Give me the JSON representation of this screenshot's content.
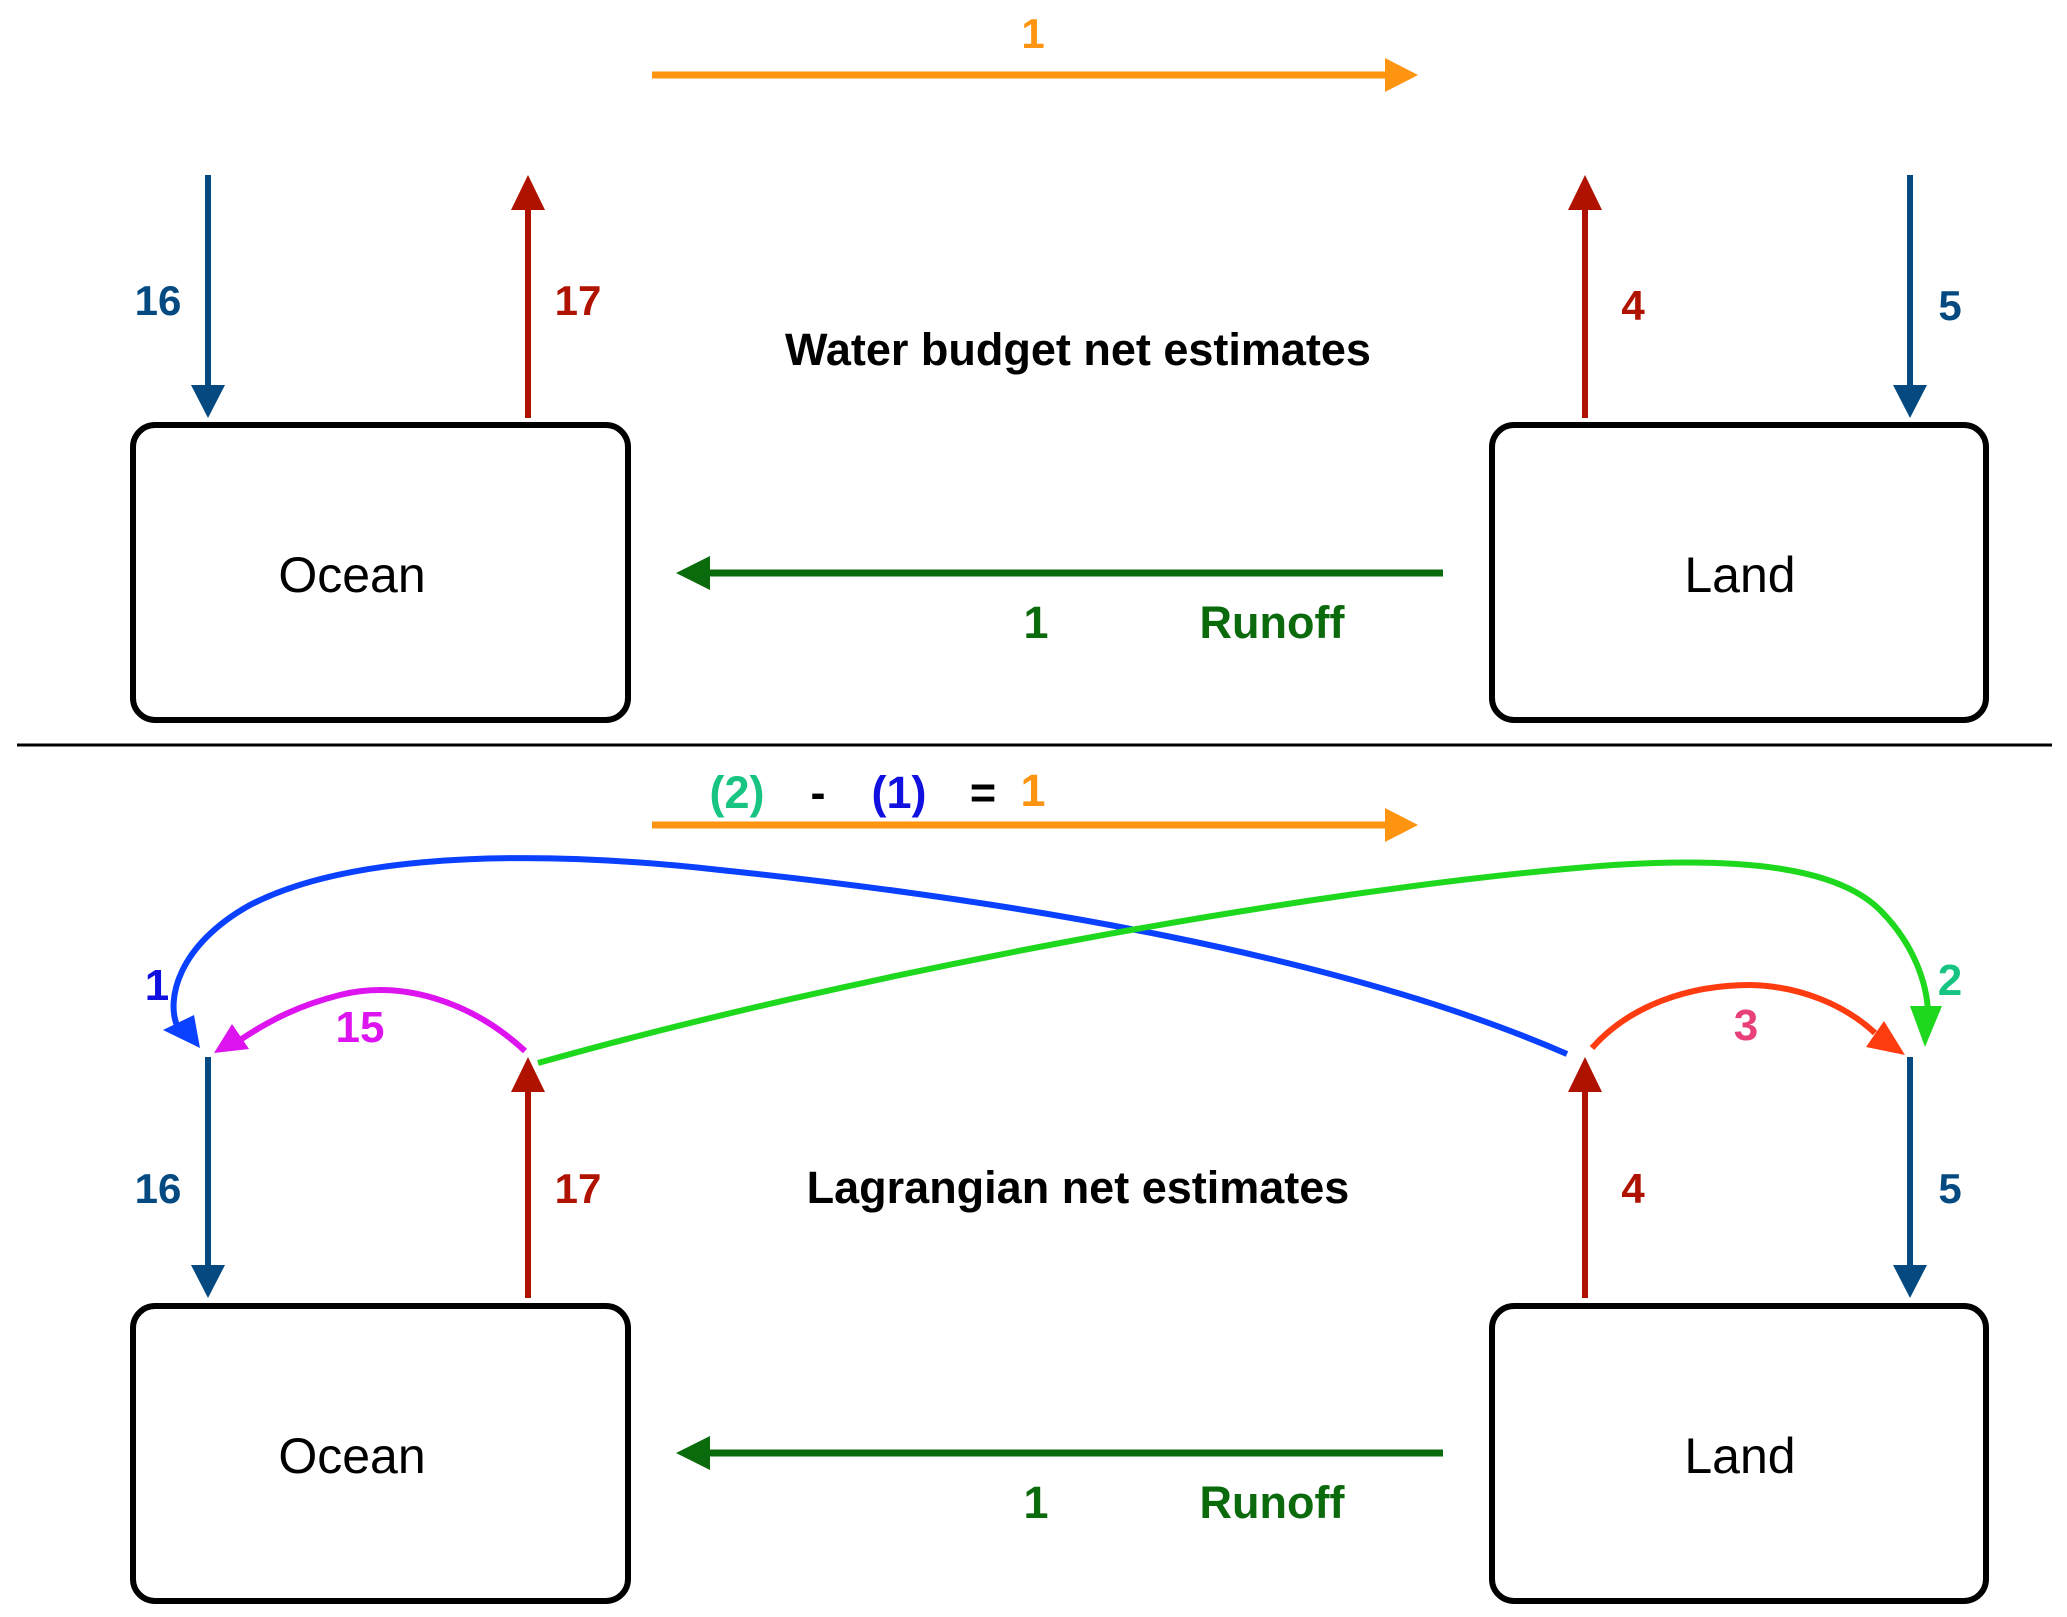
{
  "colors": {
    "orange": "#ff9410",
    "precip_blue": "#044a80",
    "evap_red": "#b01200",
    "runoff_green": "#0b6a0b",
    "recycle_blue": "#0a40ff",
    "recycle_green": "#1ed81e",
    "magenta": "#dd14f0",
    "red_orange": "#ff3b10",
    "label_green": "#17c482",
    "label_blue": "#1010e0",
    "label_pink": "#e8407a",
    "black": "#000000"
  },
  "top_panel": {
    "title": "Water budget net estimates",
    "ocean_label": "Ocean",
    "land_label": "Land",
    "transport_value": "1",
    "ocean_precip": "16",
    "ocean_evap": "17",
    "land_evap": "4",
    "land_precip": "5",
    "runoff_value": "1",
    "runoff_label": "Runoff"
  },
  "bottom_panel": {
    "title": "Lagrangian net estimates",
    "ocean_label": "Ocean",
    "land_label": "Land",
    "equation": {
      "term1": "(2)",
      "minus": "-",
      "term2": "(1)",
      "equals": "=",
      "result": "1"
    },
    "ocean_precip": "16",
    "ocean_evap": "17",
    "land_evap": "4",
    "land_precip": "5",
    "runoff_value": "1",
    "runoff_label": "Runoff",
    "land_to_ocean_recycle": "1",
    "ocean_to_ocean_recycle": "15",
    "ocean_to_land_recycle": "2",
    "land_to_land_recycle": "3"
  }
}
